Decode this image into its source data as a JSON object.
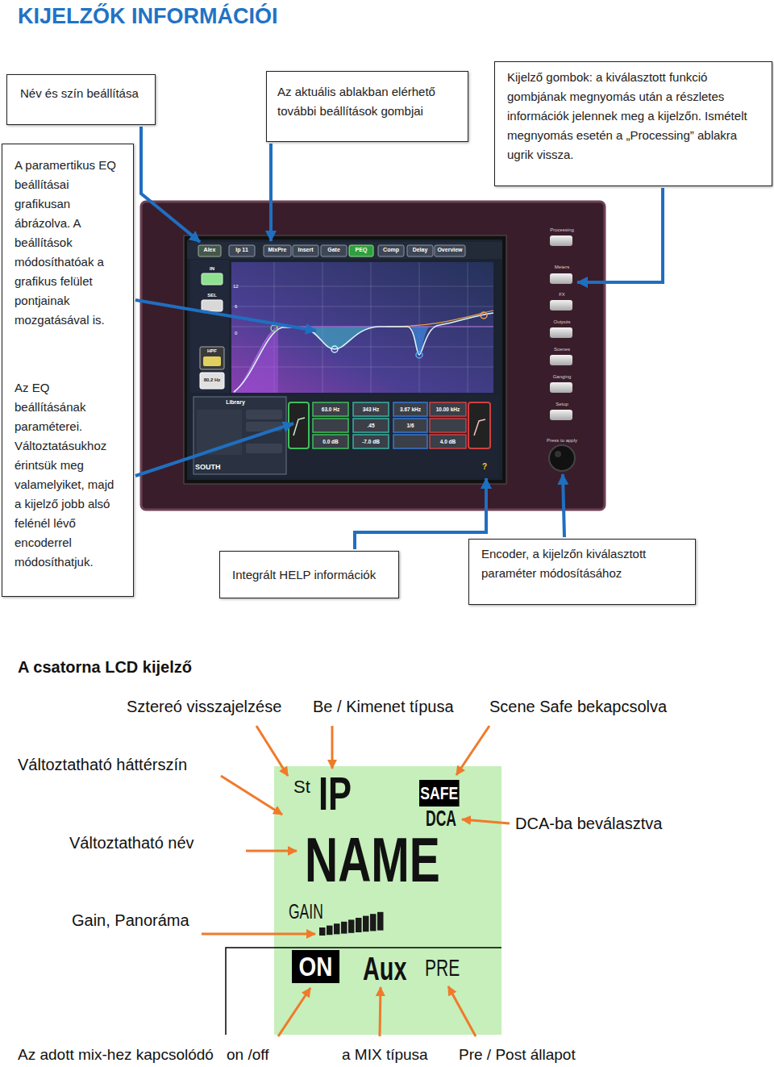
{
  "diagram": {
    "title": "KIJELZŐK INFORMÁCIÓI",
    "nodes": [
      {
        "text": [
          "Név és szín beállítása"
        ]
      },
      {
        "text": [
          "Az aktuális ablakban elérhető további beállítások gombjai"
        ]
      },
      {
        "text": [
          "Kijelző gombok: a kiválasztott funkció gombjának megnyomás után a részletes információk jelennek meg a kijelzőn. Ismételt megnyomás esetén a „Processing” ablakra ugrik vissza."
        ]
      },
      {
        "text": [
          "A paramertikus EQ beállításai grafikusan ábrázolva. A beállítások módosíthatóak a grafikus felület pontjainak mozgatásával is.",
          "Az EQ beállításának paraméterei. Változtatásukhoz érintsük meg valamelyiket, majd a kijelző jobb alsó felénél lévő encoderrel módosíthatjuk."
        ]
      },
      {
        "text": [
          "Integrált HELP információk"
        ]
      },
      {
        "text": [
          "Encoder, a kijelzőn kiválasztott paraméter módosításához"
        ]
      },
      {
        "text": [
          "St",
          "IP",
          "SAFE",
          "DCA",
          "NAME",
          "GAIN",
          "ON",
          "Aux",
          "PRE"
        ]
      }
    ],
    "labels": [
      "Alex",
      "Ip 11",
      "MixPre",
      "Insert",
      "Gate",
      "PEQ",
      "Comp",
      "Delay",
      "Overview",
      "Processing",
      "Meters",
      "FX",
      "Outputs",
      "Scenes",
      "Ganging",
      "Setup",
      "Press to apply",
      "IN",
      "SEL",
      "12",
      "6",
      "0",
      "HPF",
      "80.2 Hz",
      "Library",
      "63.0 Hz",
      "343 Hz",
      "3.67 kHz",
      "10.00 kHz",
      ".45",
      "1/6",
      "0.0 dB",
      "-7.0 dB",
      "4.0 dB",
      "SOUTH",
      "?",
      "A csatorna LCD kijelző",
      "Sztereó visszajelzése",
      "Be / Kimenet típusa",
      "Scene Safe bekapcsolva",
      "Változtatható háttérszín",
      "Változtatható név",
      "DCA-ba beválasztva",
      "Gain, Panoráma",
      "Az adott mix-hez kapcsolódó",
      "on /off",
      "a MIX típusa",
      "Pre / Post állapot"
    ]
  }
}
